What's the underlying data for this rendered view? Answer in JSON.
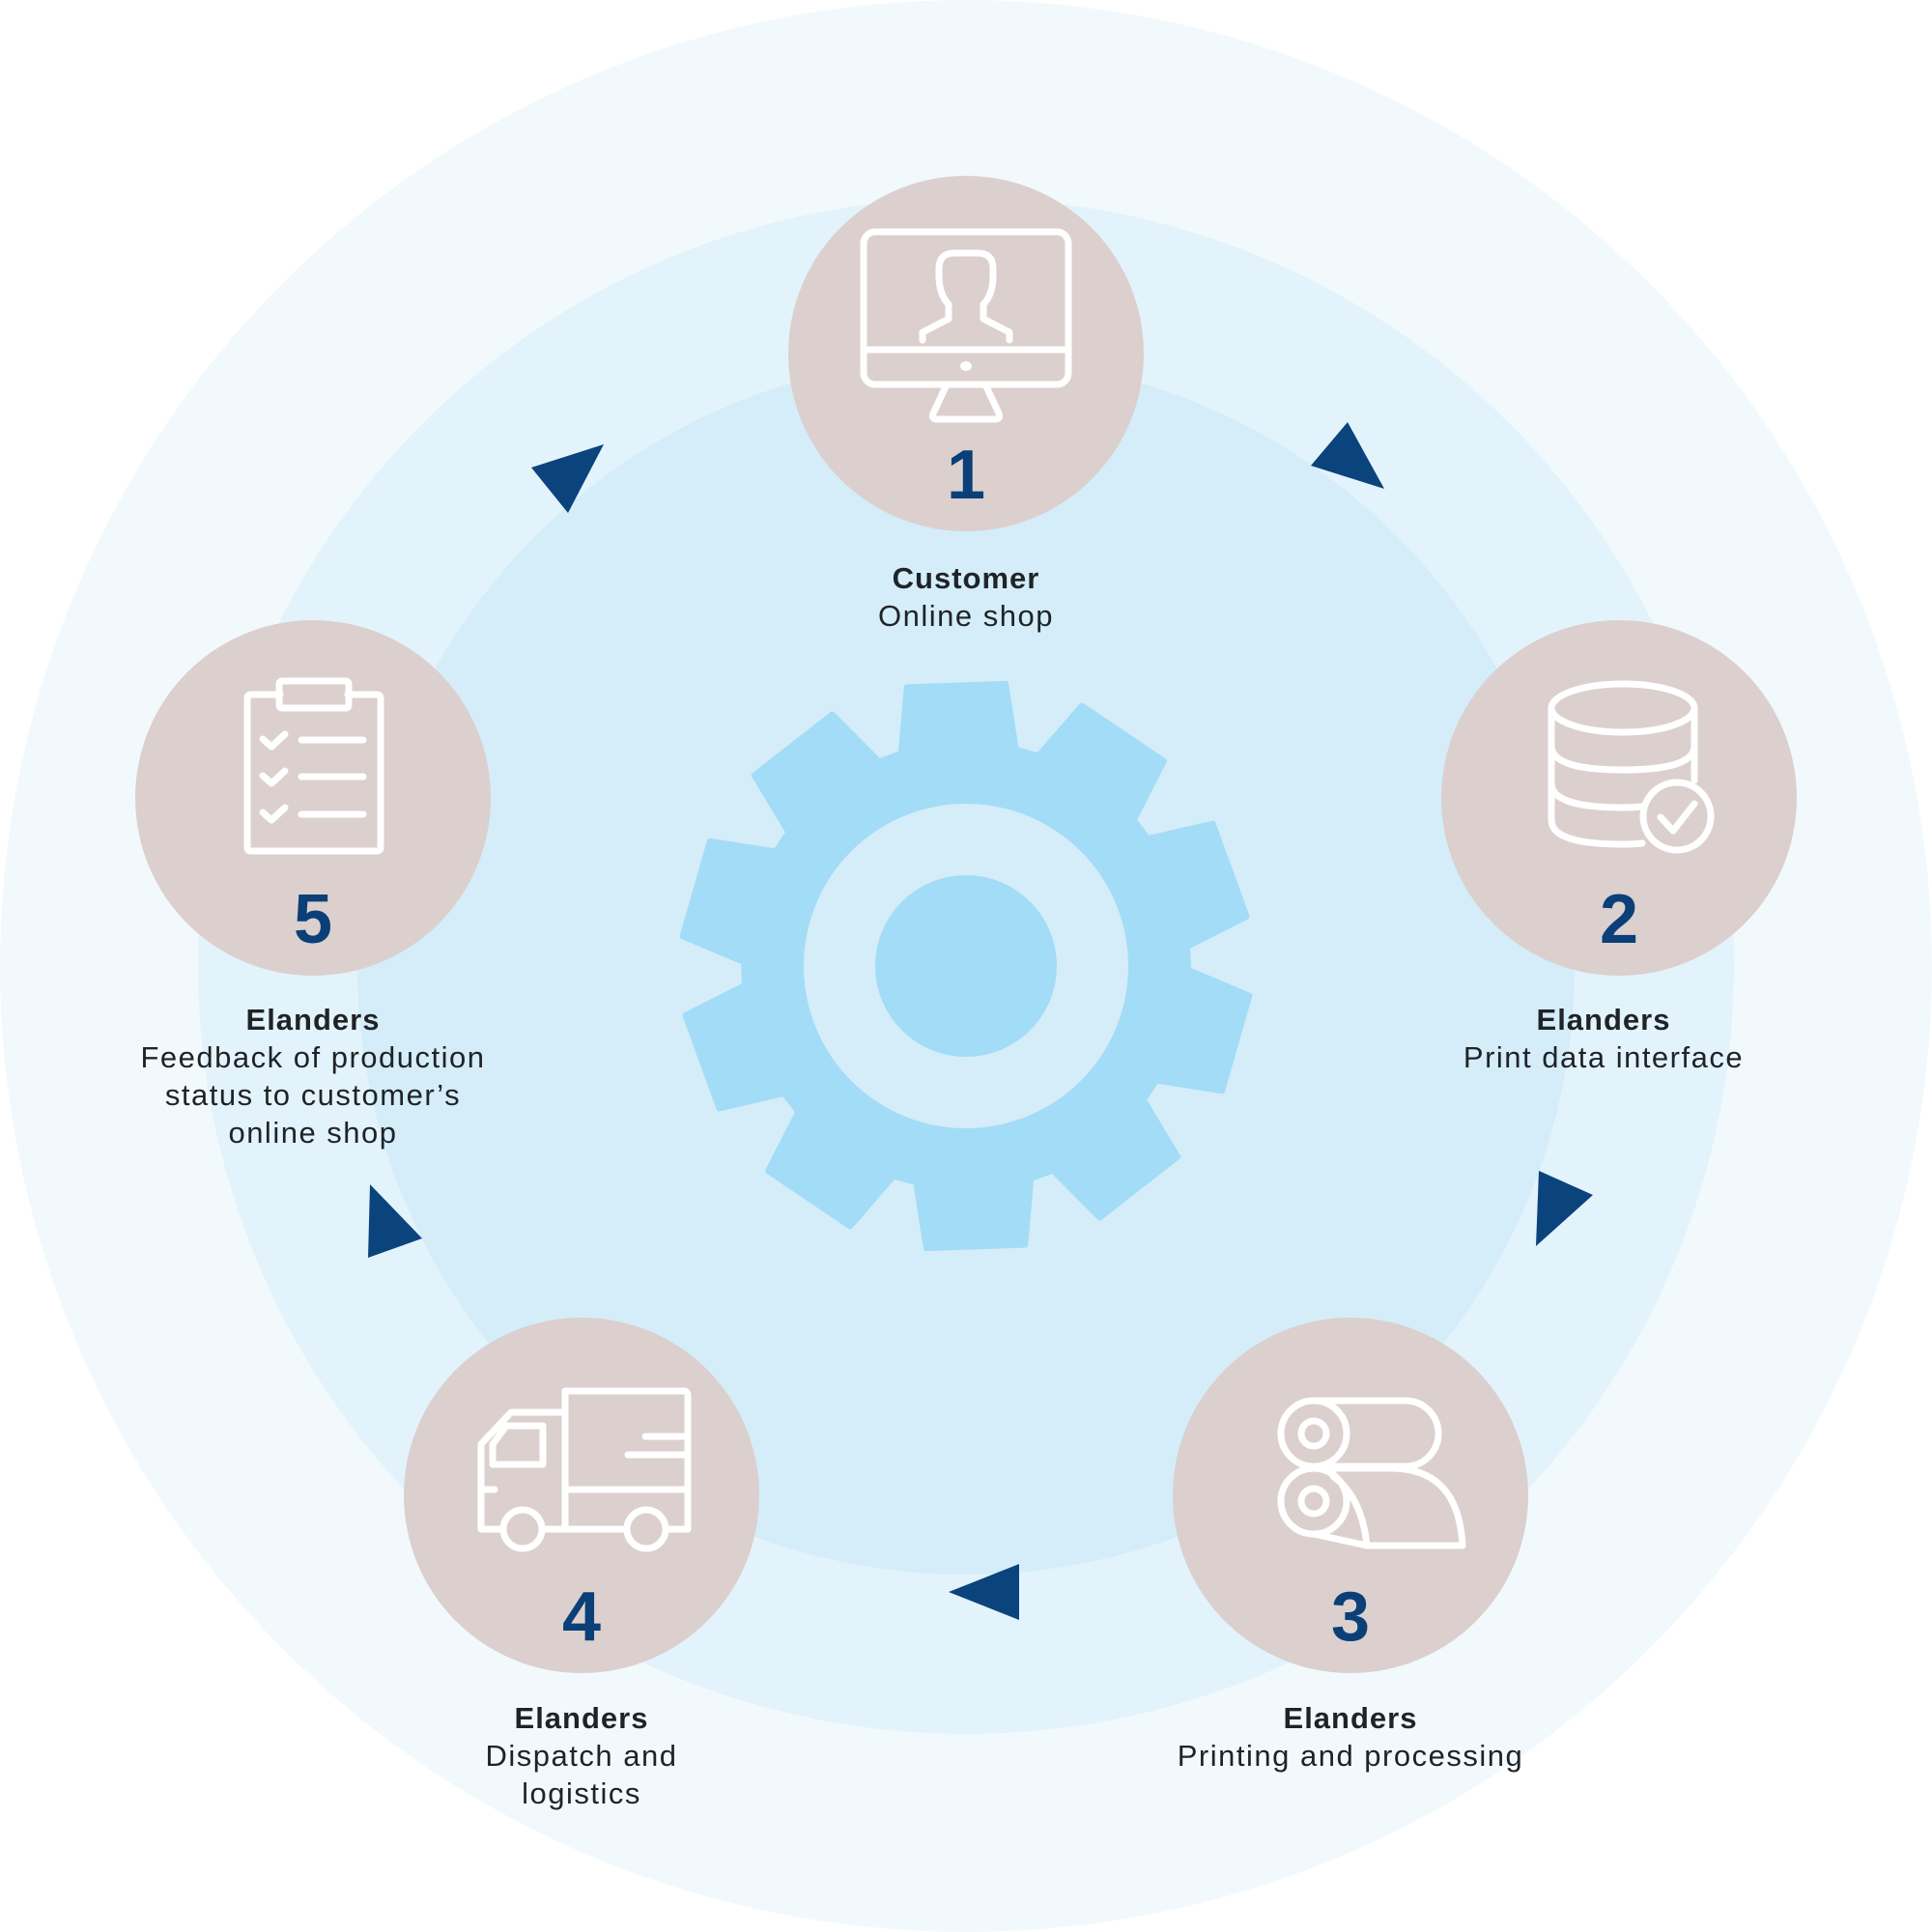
{
  "colors": {
    "outer_ring": "#f2f9fd",
    "middle_ring": "#e3f3fb",
    "inner_disc": "#d4edf9",
    "gear": "#a3dcf7",
    "node_fill": "#dbd0ce",
    "number": "#0a3f78",
    "arrow": "#0b437d",
    "text": "#1f2327"
  },
  "steps": [
    {
      "number": "1",
      "icon": "monitor-user-icon",
      "title": "Customer",
      "lines": [
        "Online shop"
      ]
    },
    {
      "number": "2",
      "icon": "database-check-icon",
      "title": "Elanders",
      "lines": [
        "Print data interface"
      ]
    },
    {
      "number": "3",
      "icon": "paper-rolls-icon",
      "title": "Elanders",
      "lines": [
        "Printing and processing"
      ]
    },
    {
      "number": "4",
      "icon": "delivery-truck-icon",
      "title": "Elanders",
      "lines": [
        "Dispatch and",
        "logistics"
      ]
    },
    {
      "number": "5",
      "icon": "clipboard-checklist-icon",
      "title": "Elanders",
      "lines": [
        "Feedback of production",
        "status to customer’s",
        "online shop"
      ]
    }
  ],
  "center_icon": "gear-icon"
}
